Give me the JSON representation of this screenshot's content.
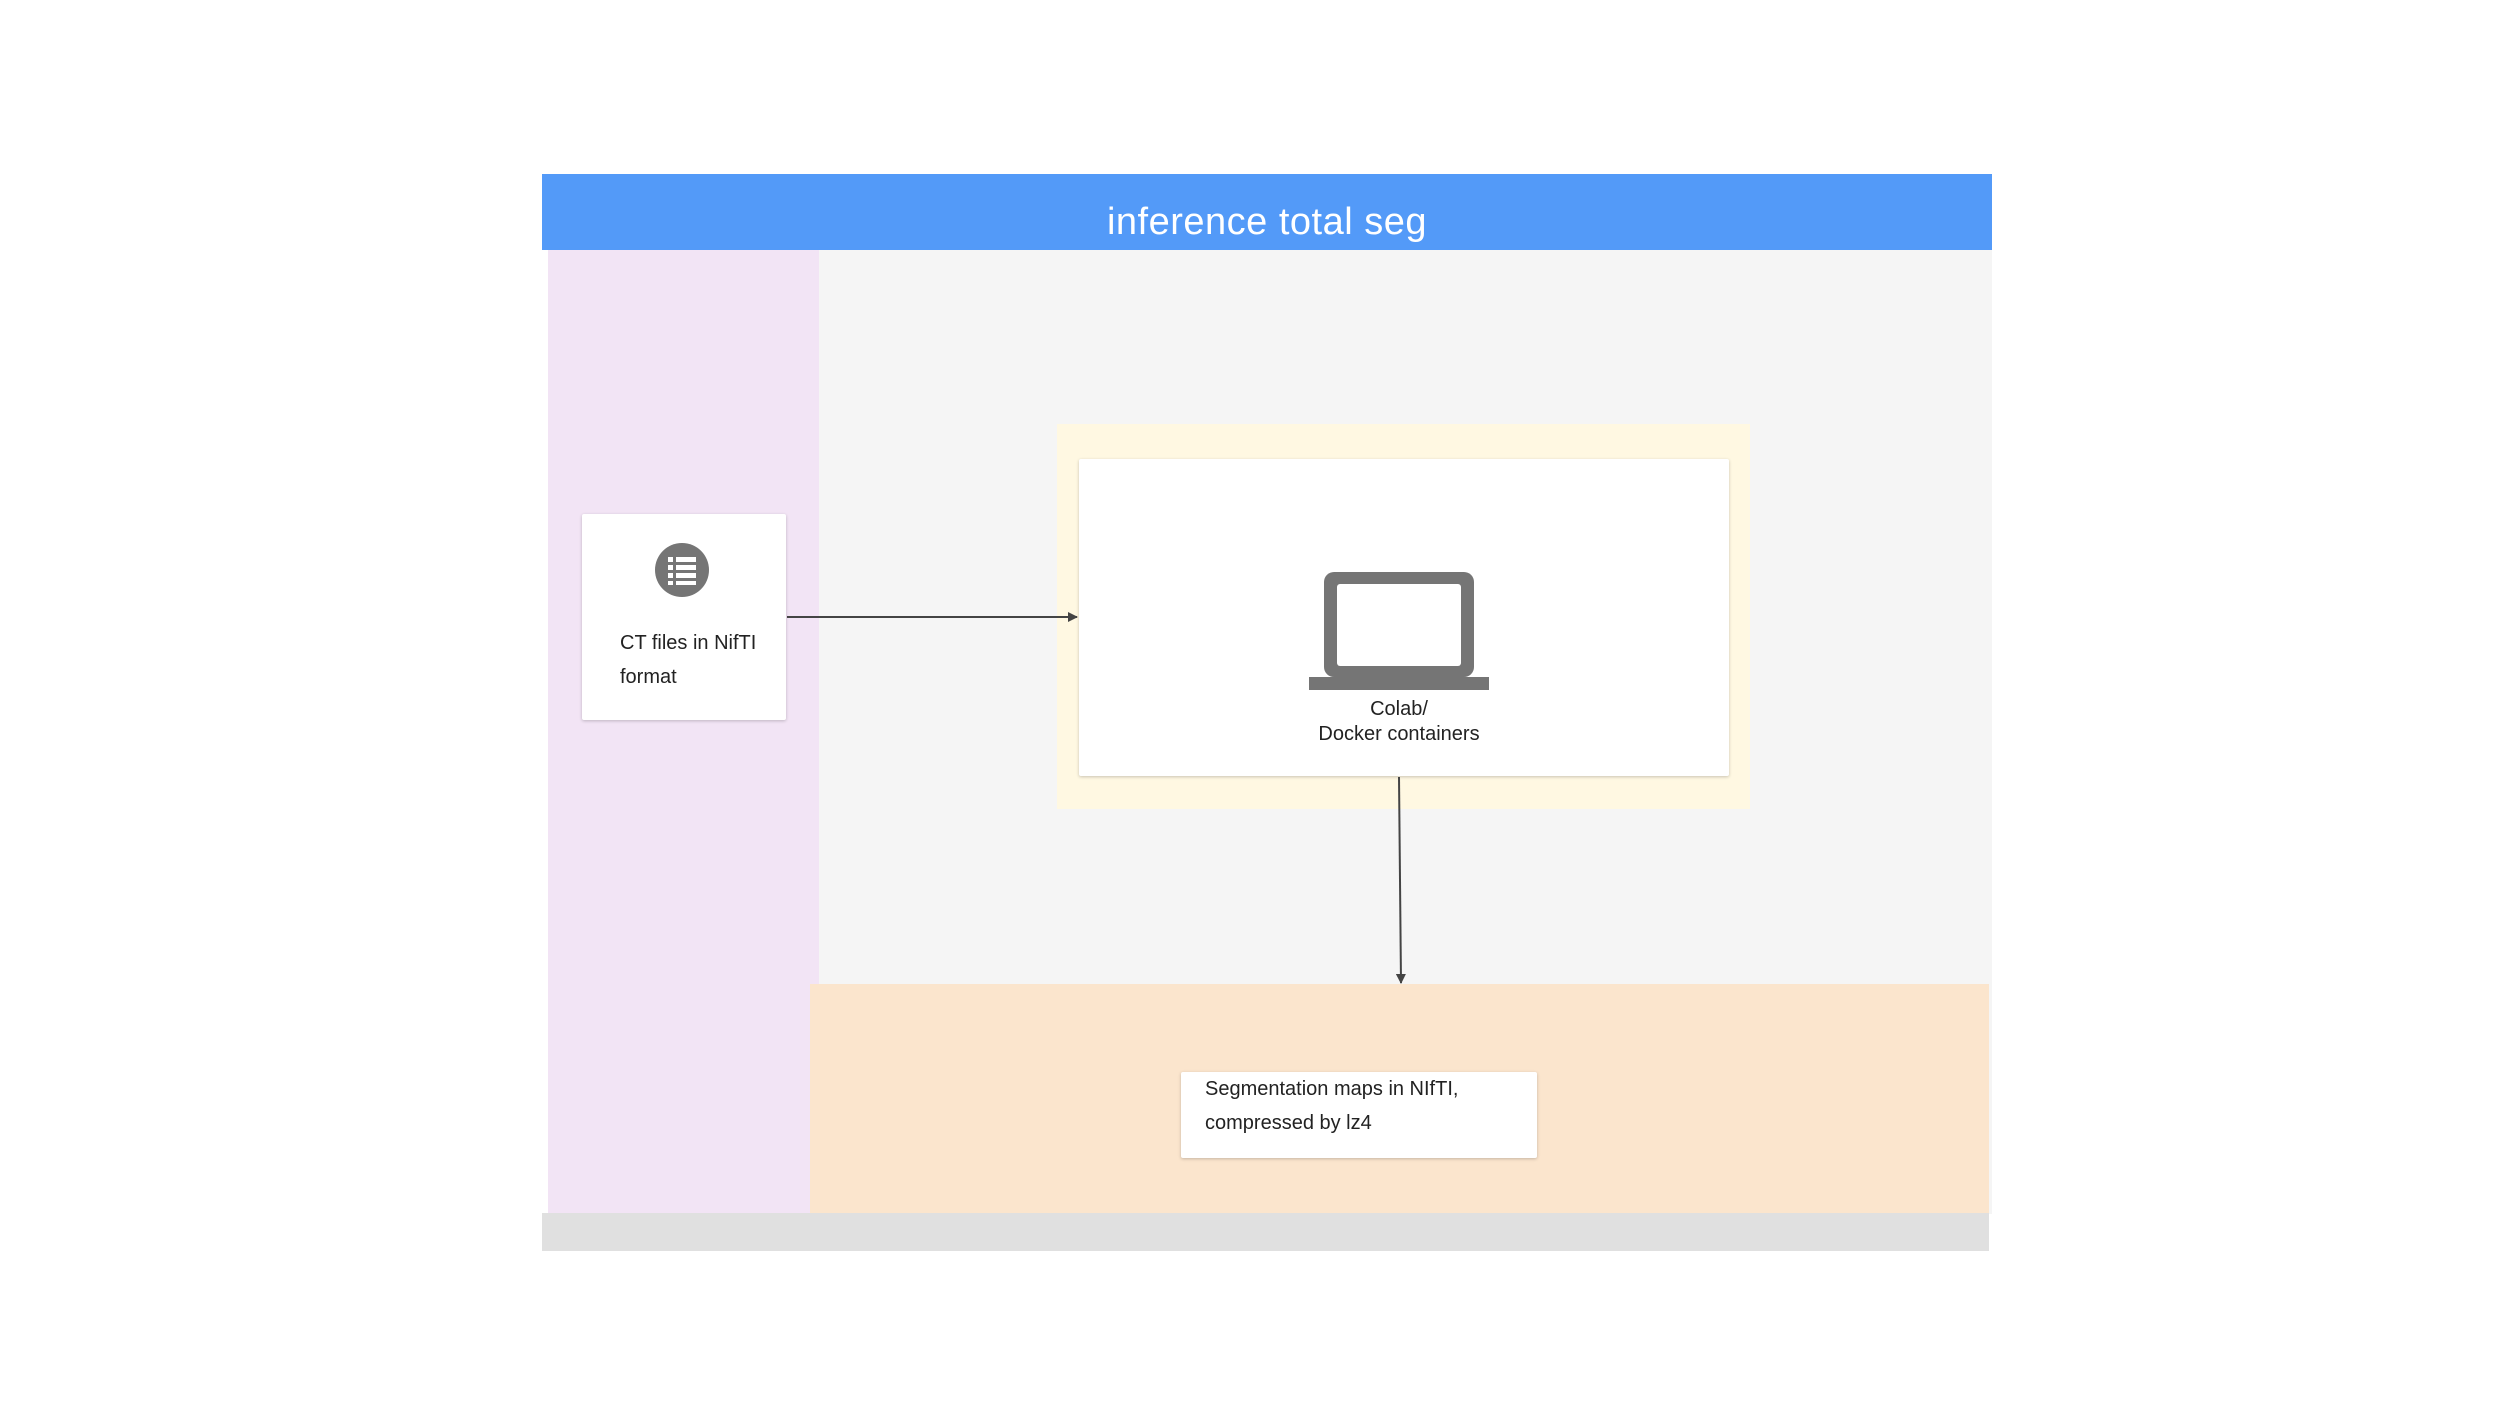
{
  "header": {
    "title": "inference total seg"
  },
  "nodes": {
    "input": {
      "icon": "database-list-icon",
      "label": "CT files in NifTI format"
    },
    "compute": {
      "icon": "laptop-icon",
      "label_line1": "Colab/",
      "label_line2": "Docker containers"
    },
    "output": {
      "label_line1": "Segmentation maps in NIfTI,",
      "label_line2": "compressed by lz4"
    }
  },
  "edges": [
    {
      "from": "input",
      "to": "compute"
    },
    {
      "from": "compute",
      "to": "output"
    }
  ],
  "colors": {
    "header": "#539af8",
    "canvas": "#f5f5f5",
    "input_lane": "#f2e4f5",
    "compute_zone": "#fff8e2",
    "output_zone": "#fbe5cd",
    "footer": "#e0e0e0",
    "icon": "#757575",
    "arrow": "#444444"
  }
}
